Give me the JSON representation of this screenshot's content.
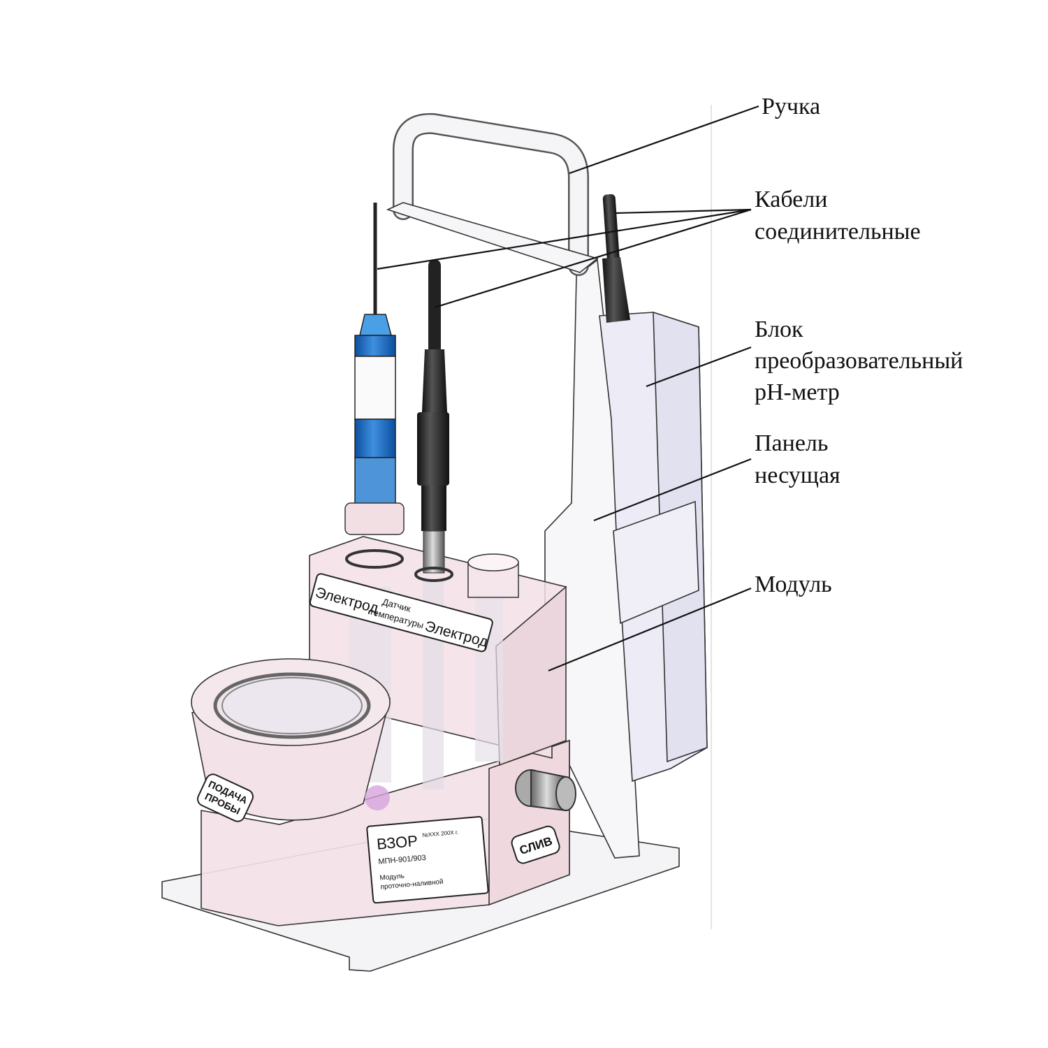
{
  "callouts": {
    "handle": "Ручка",
    "cables_line1": "Кабели",
    "cables_line2": "соединительные",
    "converter_line1": "Блок",
    "converter_line2": "преобразовательный",
    "converter_line3": "pH-метр",
    "panel_line1": "Панель",
    "panel_line2": "несущая",
    "module": "Модуль"
  },
  "module_labels": {
    "electrode_left": "Электрод",
    "temp_sensor_line1": "Датчик",
    "temp_sensor_line2": "температуры",
    "electrode_right": "Электрод",
    "sample_inlet_line1": "ПОДАЧА",
    "sample_inlet_line2": "ПРОБЫ",
    "drain": "СЛИВ",
    "nameplate_brand": "ВЗОР",
    "nameplate_serial": "№XXX 200X г.",
    "nameplate_model": "МПН-901/903",
    "nameplate_desc_line1": "Модуль",
    "nameplate_desc_line2": "проточно-наливной"
  },
  "colors": {
    "module_pink": "#f3e1e6",
    "converter_lavender": "#ecebf6",
    "electrode_blue": "#1f6fc4",
    "sensor_black": "#1a1a1a"
  }
}
